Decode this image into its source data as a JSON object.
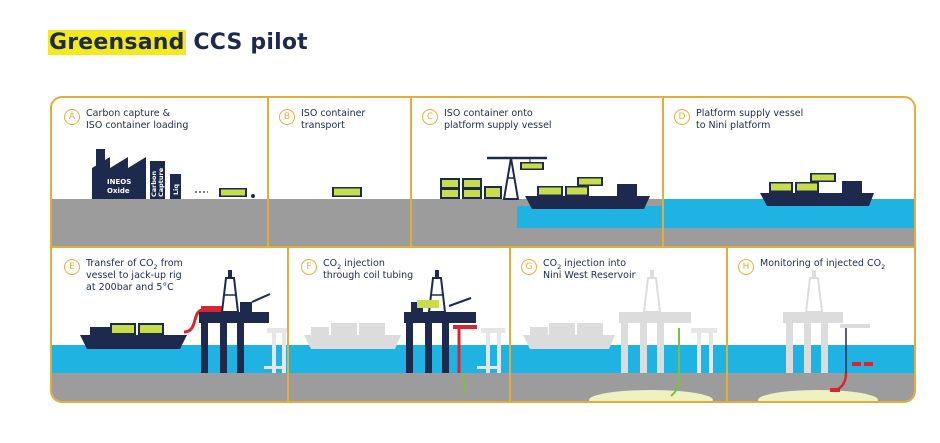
{
  "title": {
    "highlight": "Greensand",
    "rest": " CCS pilot"
  },
  "colors": {
    "accent": "#e3ad3b",
    "highlight": "#f2ea1c",
    "navy": "#1d2a4d",
    "sea": "#1fb3e3",
    "ground": "#9c9c9c",
    "container": "#c7dd4b",
    "active": "#d7262f",
    "inactive": "#dcdcdc"
  },
  "factory": {
    "name_line1": "INEOS",
    "name_line2": "Oxide",
    "capture_line1": "Carbon",
    "capture_line2": "Capture",
    "liq": "Liq"
  },
  "panels": [
    {
      "id": "A",
      "lines": [
        "Carbon capture &",
        "ISO container loading"
      ]
    },
    {
      "id": "B",
      "lines": [
        "ISO container",
        "transport"
      ]
    },
    {
      "id": "C",
      "lines": [
        "ISO container onto",
        "platform supply vessel"
      ]
    },
    {
      "id": "D",
      "lines": [
        "Platform supply vessel",
        "to Nini platform"
      ]
    },
    {
      "id": "E",
      "lines": [
        "Transfer of CO2 from",
        "vessel to jack-up rig",
        "at 200bar and 5°C"
      ]
    },
    {
      "id": "F",
      "lines": [
        "CO2 injection",
        "through coil tubing"
      ]
    },
    {
      "id": "G",
      "lines": [
        "CO2 injection into",
        "Nini West Reservoir"
      ]
    },
    {
      "id": "H",
      "lines": [
        "Monitoring of injected CO2"
      ]
    }
  ]
}
